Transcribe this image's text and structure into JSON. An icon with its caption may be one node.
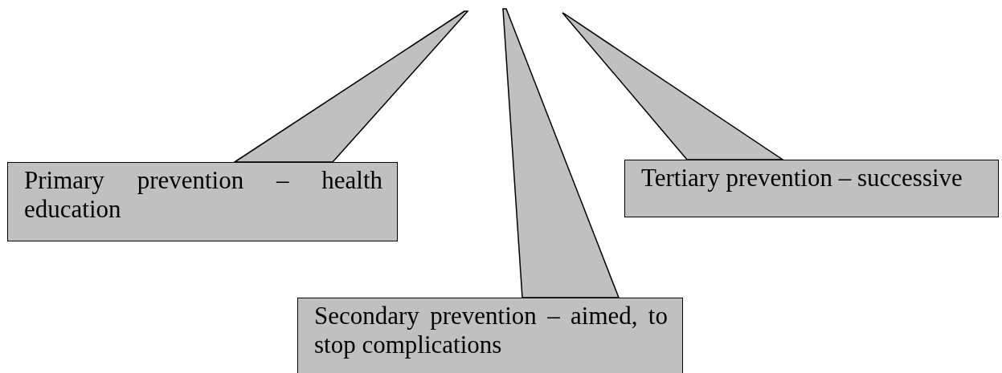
{
  "diagram": {
    "nodes": [
      {
        "text": [
          "Primary prevention – health education"
        ]
      },
      {
        "text": [
          "Tertiary prevention – successive"
        ]
      },
      {
        "text": [
          "Secondary prevention – aimed, to stop complications"
        ]
      }
    ],
    "edges": [
      {
        "from": 0,
        "to": null,
        "arrow": "none"
      },
      {
        "from": 1,
        "to": null,
        "arrow": "none"
      },
      {
        "from": 2,
        "to": null,
        "arrow": "none"
      }
    ]
  }
}
